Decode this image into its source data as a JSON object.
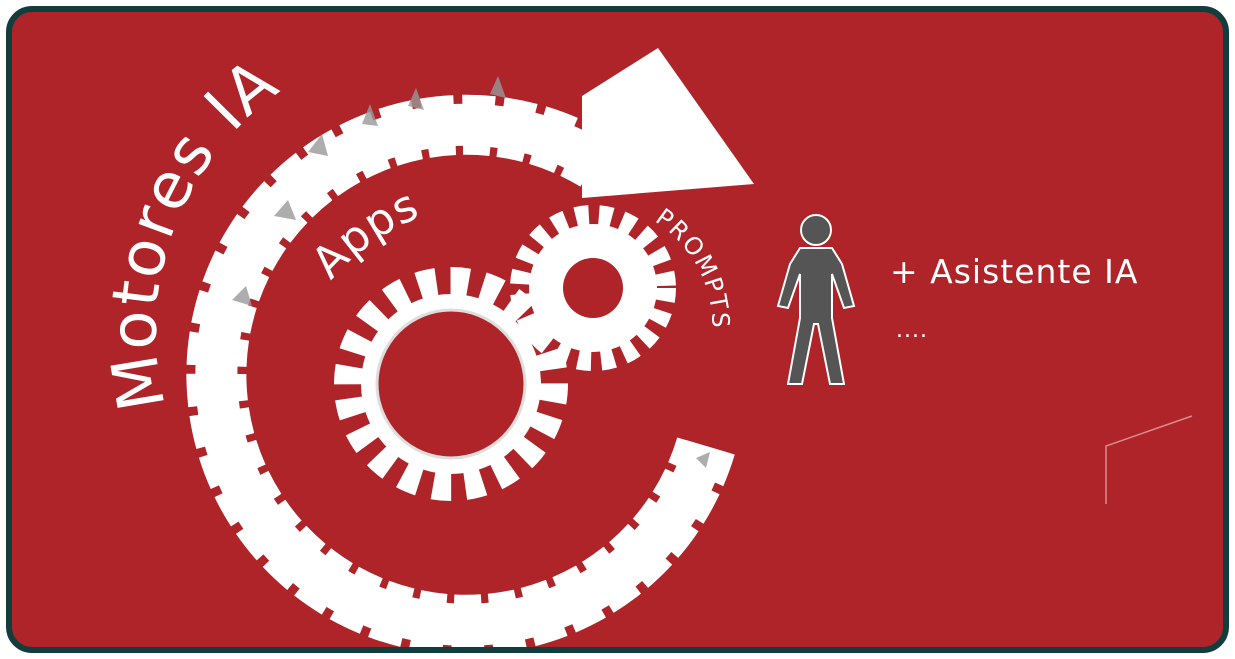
{
  "labels": {
    "motores": "Motores IA",
    "apps": "Apps",
    "prompts": "PROMPTS",
    "asistente": "+ Asistente IA",
    "ellipsis": "...."
  },
  "colors": {
    "background": "#ae2429",
    "border": "#123d3d",
    "foreground": "#ffffff",
    "person": "#555555"
  },
  "icons": [
    "large-gear-icon",
    "small-gear-icon",
    "person-icon",
    "cycle-arrow-icon"
  ]
}
